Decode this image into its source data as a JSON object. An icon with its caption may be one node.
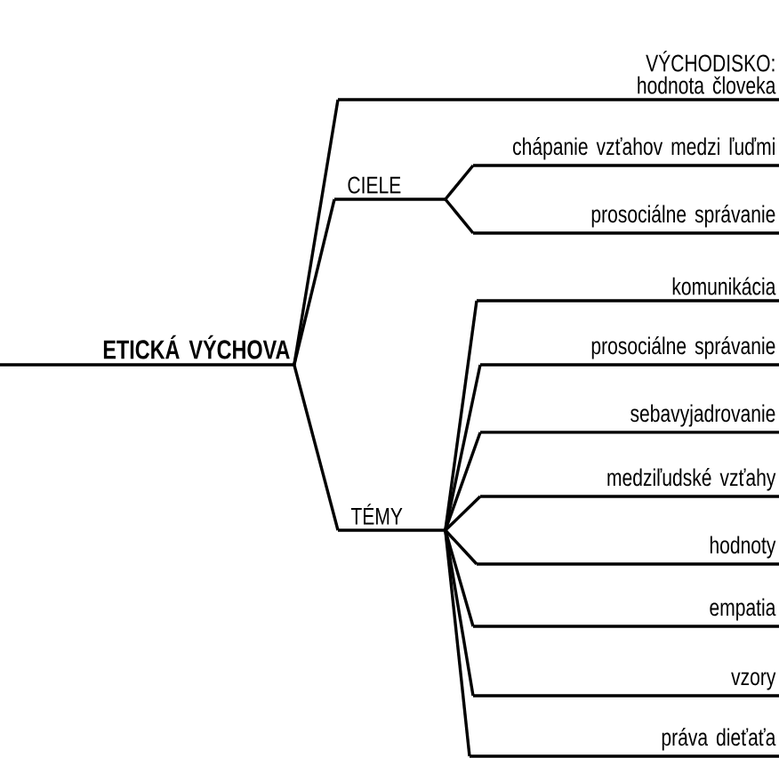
{
  "diagram": {
    "nodes": [
      {
        "text": [
          "ETICKÁ VÝCHOVA"
        ]
      },
      {
        "text": [
          "VÝCHODISKO:",
          "hodnota človeka"
        ]
      },
      {
        "text": [
          "CIELE"
        ]
      },
      {
        "text": [
          "chápanie vzťahov medzi ľuďmi"
        ]
      },
      {
        "text": [
          "prosociálne správanie"
        ]
      },
      {
        "text": [
          "TÉMY"
        ]
      },
      {
        "text": [
          "komunikácia"
        ]
      },
      {
        "text": [
          "prosociálne správanie"
        ]
      },
      {
        "text": [
          "sebavyjadrovanie"
        ]
      },
      {
        "text": [
          "medziľudské vzťahy"
        ]
      },
      {
        "text": [
          "hodnoty"
        ]
      },
      {
        "text": [
          "empatia"
        ]
      },
      {
        "text": [
          "vzory"
        ]
      },
      {
        "text": [
          "práva dieťaťa"
        ]
      }
    ],
    "edges": [
      {
        "from": 0,
        "to": 1,
        "arrow": "none"
      },
      {
        "from": 0,
        "to": 2,
        "arrow": "none"
      },
      {
        "from": 2,
        "to": 3,
        "arrow": "none"
      },
      {
        "from": 2,
        "to": 4,
        "arrow": "none"
      },
      {
        "from": 0,
        "to": 5,
        "arrow": "none"
      },
      {
        "from": 5,
        "to": 6,
        "arrow": "none"
      },
      {
        "from": 5,
        "to": 7,
        "arrow": "none"
      },
      {
        "from": 5,
        "to": 8,
        "arrow": "none"
      },
      {
        "from": 5,
        "to": 9,
        "arrow": "none"
      },
      {
        "from": 5,
        "to": 10,
        "arrow": "none"
      },
      {
        "from": 5,
        "to": 11,
        "arrow": "none"
      },
      {
        "from": 5,
        "to": 12,
        "arrow": "none"
      },
      {
        "from": 5,
        "to": 13,
        "arrow": "none"
      }
    ]
  }
}
